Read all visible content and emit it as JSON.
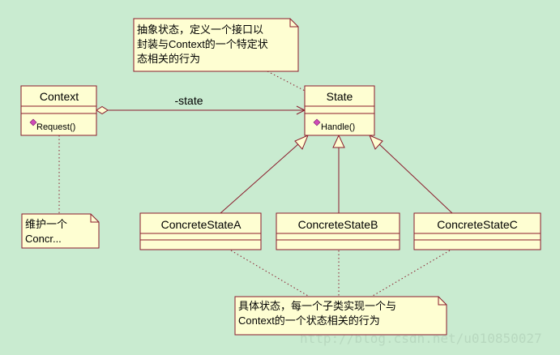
{
  "classes": {
    "context": {
      "name": "Context",
      "operation": "Request()"
    },
    "state": {
      "name": "State",
      "operation": "Handle()"
    },
    "concrete_a": {
      "name": "ConcreteStateA"
    },
    "concrete_b": {
      "name": "ConcreteStateB"
    },
    "concrete_c": {
      "name": "ConcreteStateC"
    }
  },
  "association": {
    "label": "-state"
  },
  "notes": {
    "state_note": [
      "抽象状态，定义一个接口以",
      "封装与Context的一个特定状",
      "态相关的行为"
    ],
    "context_note": [
      "维护一个",
      "Concr..."
    ],
    "concrete_note": [
      "具体状态，每一个子类实现一个与",
      "Context的一个状态相关的行为"
    ]
  },
  "watermark": "http://blog.csdn.net/u010850027",
  "colors": {
    "background": "#c9ebd0",
    "box_fill": "#fefed2",
    "line": "#8b1a2b"
  }
}
